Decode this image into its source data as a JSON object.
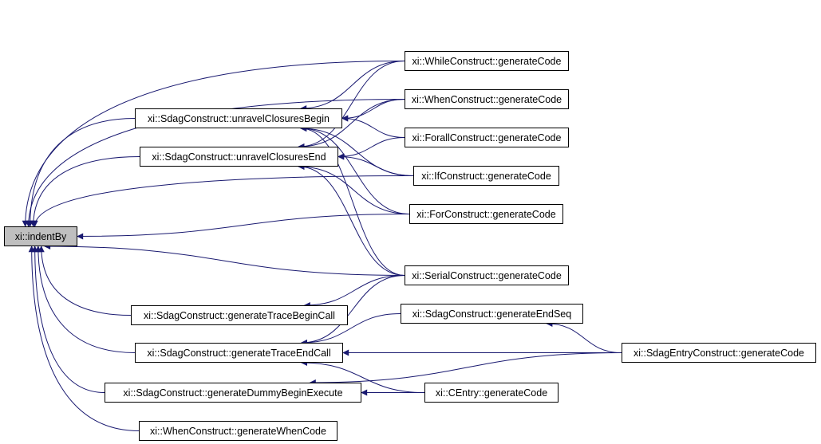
{
  "colors": {
    "edge": "#191970",
    "root_fill": "#bfbfbf",
    "node_fill": "#ffffff"
  },
  "nodes": [
    {
      "id": "indentBy",
      "label": "xi::indentBy",
      "root": true
    },
    {
      "id": "ucBegin",
      "label": "xi::SdagConstruct::unravelClosuresBegin"
    },
    {
      "id": "ucEnd",
      "label": "xi::SdagConstruct::unravelClosuresEnd"
    },
    {
      "id": "while",
      "label": "xi::WhileConstruct::generateCode"
    },
    {
      "id": "when",
      "label": "xi::WhenConstruct::generateCode"
    },
    {
      "id": "forall",
      "label": "xi::ForallConstruct::generateCode"
    },
    {
      "id": "if",
      "label": "xi::IfConstruct::generateCode"
    },
    {
      "id": "for",
      "label": "xi::ForConstruct::generateCode"
    },
    {
      "id": "serial",
      "label": "xi::SerialConstruct::generateCode"
    },
    {
      "id": "traceBegin",
      "label": "xi::SdagConstruct::generateTraceBeginCall"
    },
    {
      "id": "endSeq",
      "label": "xi::SdagConstruct::generateEndSeq"
    },
    {
      "id": "traceEnd",
      "label": "xi::SdagConstruct::generateTraceEndCall"
    },
    {
      "id": "entry",
      "label": "xi::SdagEntryConstruct::generateCode"
    },
    {
      "id": "dummy",
      "label": "xi::SdagConstruct::generateDummyBeginExecute"
    },
    {
      "id": "centry",
      "label": "xi::CEntry::generateCode"
    },
    {
      "id": "whenCode",
      "label": "xi::WhenConstruct::generateWhenCode"
    }
  ],
  "edges": [
    [
      "while",
      "indentBy"
    ],
    [
      "when",
      "indentBy"
    ],
    [
      "ucBegin",
      "indentBy"
    ],
    [
      "ucEnd",
      "indentBy"
    ],
    [
      "if",
      "indentBy"
    ],
    [
      "for",
      "indentBy"
    ],
    [
      "serial",
      "indentBy"
    ],
    [
      "traceBegin",
      "indentBy"
    ],
    [
      "traceEnd",
      "indentBy"
    ],
    [
      "dummy",
      "indentBy"
    ],
    [
      "whenCode",
      "indentBy"
    ],
    [
      "while",
      "ucBegin"
    ],
    [
      "when",
      "ucBegin"
    ],
    [
      "forall",
      "ucBegin"
    ],
    [
      "if",
      "ucBegin"
    ],
    [
      "for",
      "ucBegin"
    ],
    [
      "serial",
      "ucBegin"
    ],
    [
      "while",
      "ucEnd"
    ],
    [
      "when",
      "ucEnd"
    ],
    [
      "forall",
      "ucEnd"
    ],
    [
      "if",
      "ucEnd"
    ],
    [
      "for",
      "ucEnd"
    ],
    [
      "serial",
      "ucEnd"
    ],
    [
      "serial",
      "traceBegin"
    ],
    [
      "serial",
      "traceEnd"
    ],
    [
      "endSeq",
      "traceEnd"
    ],
    [
      "entry",
      "traceEnd"
    ],
    [
      "centry",
      "traceEnd"
    ],
    [
      "entry",
      "endSeq"
    ],
    [
      "centry",
      "dummy"
    ],
    [
      "entry",
      "dummy"
    ]
  ]
}
